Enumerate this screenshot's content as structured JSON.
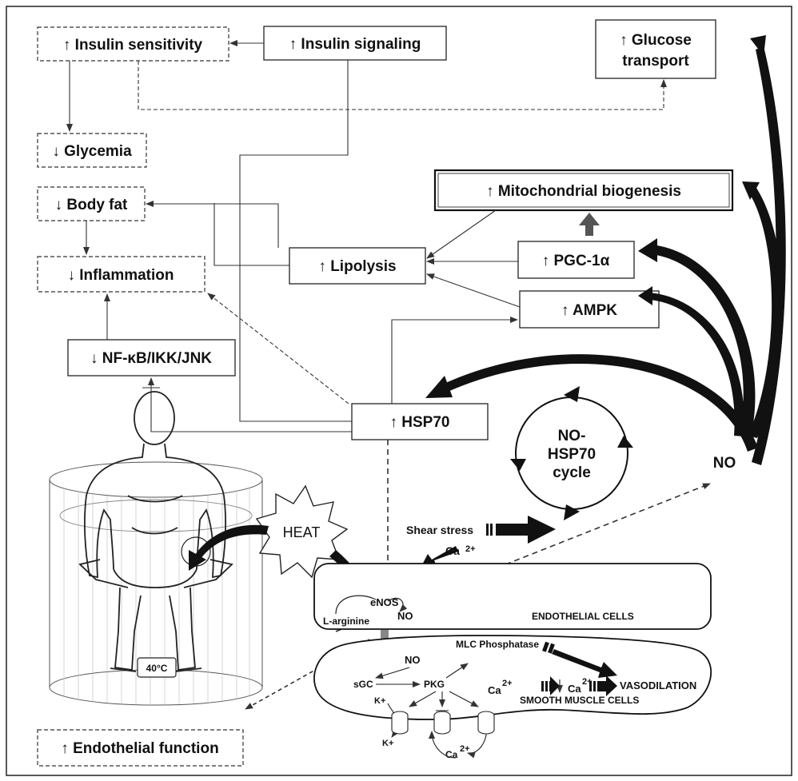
{
  "boxes": {
    "insulin_sensitivity": "↑ Insulin sensitivity",
    "insulin_signaling": "↑ Insulin signaling",
    "glucose_transport_1": "↑ Glucose",
    "glucose_transport_2": "transport",
    "glycemia": "↓ Glycemia",
    "body_fat": "↓ Body fat",
    "mito": "↑ Mitochondrial biogenesis",
    "inflammation": "↓ Inflammation",
    "lipolysis": "↑ Lipolysis",
    "pgc": "↑ PGC-1α",
    "ampk": "↑ AMPK",
    "nfkb": "↓ NF-κB/IKK/JNK",
    "hsp70": "↑ HSP70",
    "endothelial_function": "↑ Endothelial function"
  },
  "cycle": {
    "line1": "NO-",
    "line2": "HSP70",
    "line3": "cycle"
  },
  "labels": {
    "no_main": "NO",
    "heat": "HEAT",
    "temp": "40°C",
    "shear": "Shear stress",
    "ca": "Ca",
    "ca_charge": "2+",
    "enos": "eNOS",
    "l_arginine": "L-arginine",
    "no": "NO",
    "endothelial_cells": "ENDOTHELIAL CELLS",
    "mlc": "MLC Phosphatase",
    "sgc": "sGC",
    "pkg": "PKG",
    "vasodilation": "VASODILATION",
    "smooth_muscle": "SMOOTH MUSCLE CELLS",
    "k_plus": "K+"
  }
}
